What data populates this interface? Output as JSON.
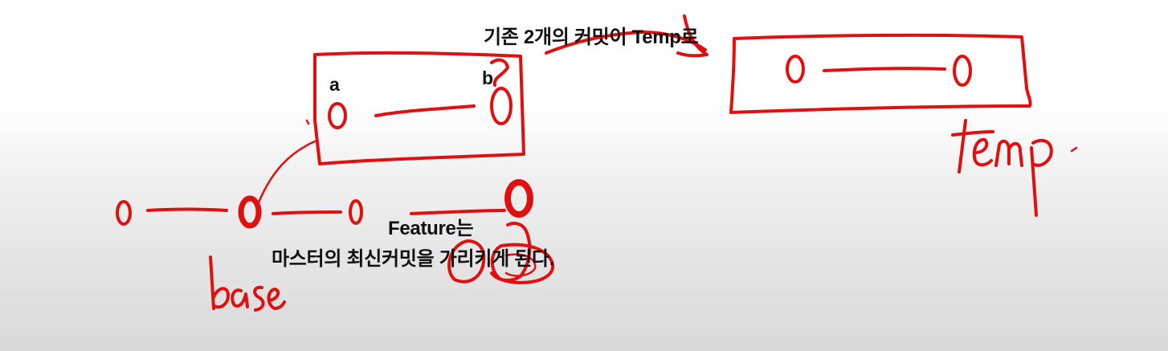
{
  "captions": {
    "top": "기존 2개의 커밋이 Temp로",
    "a": "a",
    "b": "b",
    "feature_line1": "Feature는",
    "feature_line2": "마스터의 최신커밋을 가리키게 된다."
  },
  "handwriting": {
    "base": "base",
    "temp": "temp"
  },
  "colors": {
    "ink": "#e01010",
    "text": "#111111"
  }
}
